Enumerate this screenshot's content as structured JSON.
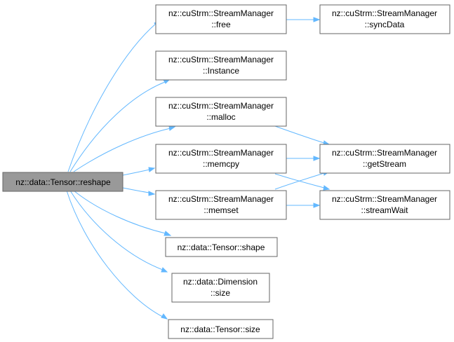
{
  "colors": {
    "edge": "#63b8ff",
    "root_fill": "#999999",
    "node_fill": "#ffffff",
    "node_border": "#666666"
  },
  "nodes": {
    "reshape": {
      "lines": [
        "nz::data::Tensor::reshape"
      ]
    },
    "free": {
      "lines": [
        "nz::cuStrm::StreamManager",
        "::free"
      ]
    },
    "instance": {
      "lines": [
        "nz::cuStrm::StreamManager",
        "::Instance"
      ]
    },
    "malloc": {
      "lines": [
        "nz::cuStrm::StreamManager",
        "::malloc"
      ]
    },
    "memcpy": {
      "lines": [
        "nz::cuStrm::StreamManager",
        "::memcpy"
      ]
    },
    "memset": {
      "lines": [
        "nz::cuStrm::StreamManager",
        "::memset"
      ]
    },
    "shape": {
      "lines": [
        "nz::data::Tensor::shape"
      ]
    },
    "dimsize": {
      "lines": [
        "nz::data::Dimension",
        "::size"
      ]
    },
    "tensorsize": {
      "lines": [
        "nz::data::Tensor::size"
      ]
    },
    "syncdata": {
      "lines": [
        "nz::cuStrm::StreamManager",
        "::syncData"
      ]
    },
    "getstream": {
      "lines": [
        "nz::cuStrm::StreamManager",
        "::getStream"
      ]
    },
    "streamwait": {
      "lines": [
        "nz::cuStrm::StreamManager",
        "::streamWait"
      ]
    }
  }
}
